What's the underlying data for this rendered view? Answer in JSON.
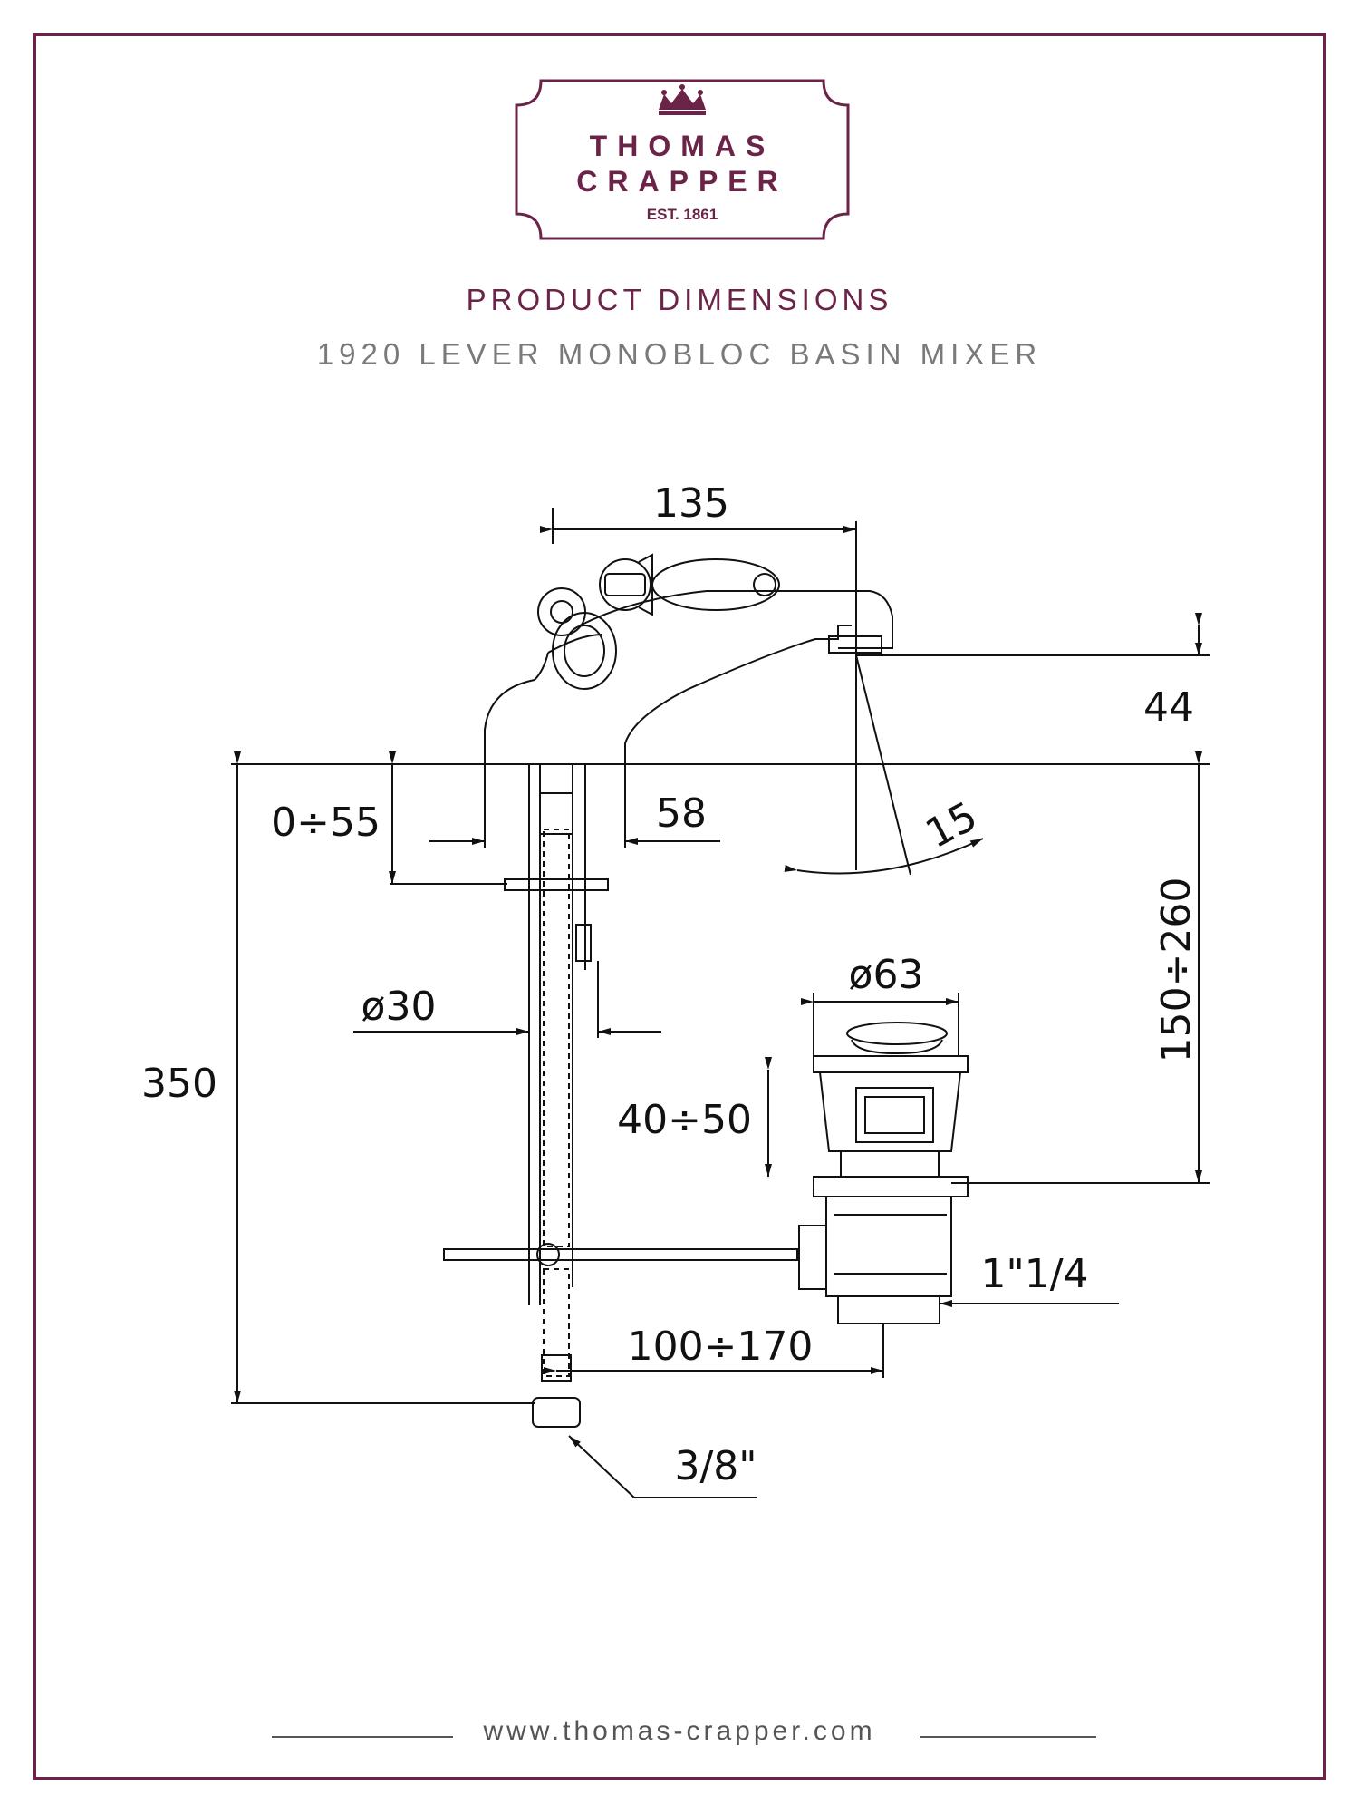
{
  "brand": {
    "line1": "THOMAS",
    "line2": "CRAPPER",
    "established": "EST. 1861",
    "color": "#6b2348",
    "logo_icon": "crown-icon"
  },
  "heading": "PRODUCT DIMENSIONS",
  "product_name": "1920 LEVER MONOBLOC BASIN MIXER",
  "dimensions": {
    "spout_reach": "135",
    "spout_height": "44",
    "spout_angle": "15",
    "deck_thickness": "0÷55",
    "body_base": "58",
    "max_deck": "150÷260",
    "shank_diameter": "ø30",
    "overall_length": "350",
    "waste_head": "ø63",
    "waste_adjust": "40÷50",
    "waste_thread": "1\"1/4",
    "rod_length": "100÷170",
    "hose_connection": "3/8\""
  },
  "footer": {
    "website": "www.thomas-crapper.com"
  }
}
